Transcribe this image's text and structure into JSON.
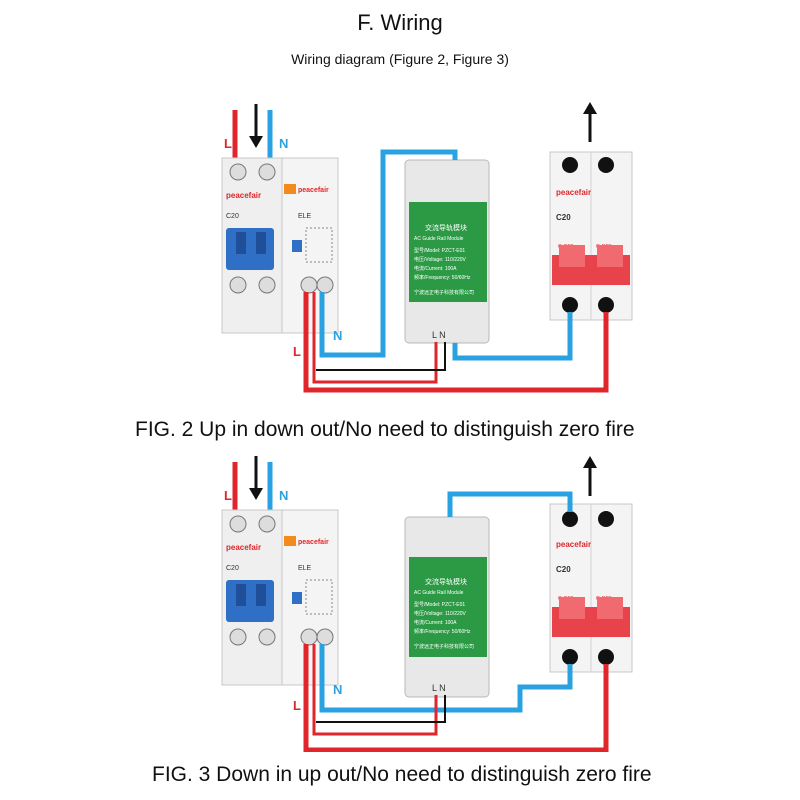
{
  "header": {
    "title": "F. Wiring",
    "subtitle": "Wiring diagram (Figure 2, Figure 3)"
  },
  "colors": {
    "live": "#e0262b",
    "neutral": "#2aa1e0",
    "ground": "#111111",
    "module_green": "#2c9a45",
    "breaker_red": "#e8424a",
    "rcd_blue": "#2f6fc5",
    "brand_orange": "#f28a1e"
  },
  "labels": {
    "live": "L",
    "neutral": "N",
    "module_terminals": "L N"
  },
  "rcd": {
    "brand": "peacefair",
    "rating": "C20",
    "type": "ELE"
  },
  "breaker": {
    "brand": "peacefair",
    "rating": "C20",
    "off_label": "O-OFF"
  },
  "module": {
    "name_cn": "交流导轨模块",
    "name_en": "AC Guide Rail Module",
    "model": "型号/Model: PZCT-E01",
    "voltage": "电压/Voltage: 110/220V",
    "current": "电流/Current: 100A",
    "frequency": "频率/Frequency: 50/60Hz",
    "maker": "宁波远正电子科技有限公司"
  },
  "figures": [
    {
      "caption": "FIG. 2 Up in down out/No need to distinguish zero fire"
    },
    {
      "caption": "FIG. 3 Down in up out/No need to distinguish zero fire"
    }
  ]
}
